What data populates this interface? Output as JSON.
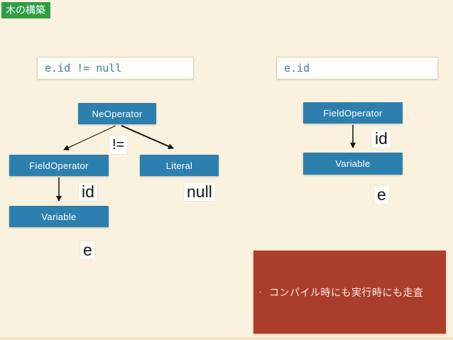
{
  "slide": {
    "title": "木の構築"
  },
  "code_boxes": {
    "left": "e.id != null",
    "right": "e.id"
  },
  "tree_left": {
    "root_label": "NeOperator",
    "operator_edge_label": "!=",
    "field_operator_label": "FieldOperator",
    "literal_label": "Literal",
    "variable_label": "Variable",
    "id_edge_label": "id",
    "null_value_label": "null",
    "variable_value_label": "e"
  },
  "tree_right": {
    "field_operator_label": "FieldOperator",
    "variable_label": "Variable",
    "id_edge_label": "id",
    "variable_value_label": "e"
  },
  "callout": {
    "bullet": "・",
    "text": "コンパイル時にも実行時にも走査"
  },
  "colors": {
    "background": "#faf2de",
    "node_blue": "#2d80ad",
    "title_green": "#2f9e44",
    "callout_red": "#ab3e2a",
    "code_text_teal": "#417d8e",
    "arrow_black": "#111111"
  }
}
